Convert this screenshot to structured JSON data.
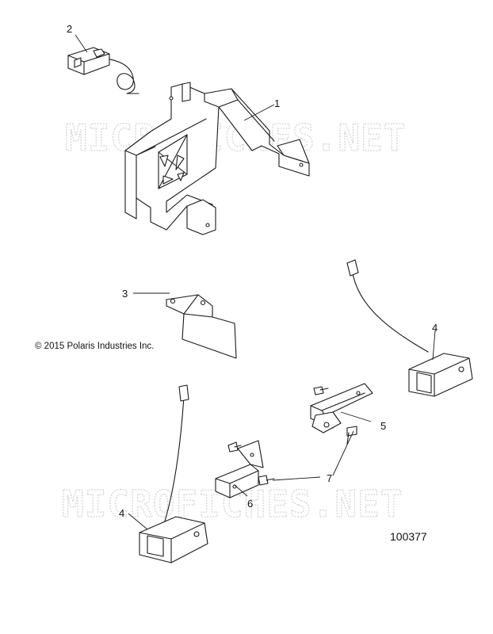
{
  "watermarks": [
    "MICROFICHES.NET",
    "MICROFICHES.NET"
  ],
  "copyright": "© 2015 Polaris Industries Inc.",
  "diagram_number": "100377",
  "callouts": [
    "1",
    "2",
    "3",
    "4",
    "4",
    "5",
    "6",
    "7"
  ],
  "parts": [
    {
      "ref": "1",
      "shape": "mounting-bracket"
    },
    {
      "ref": "2",
      "shape": "harness-connector"
    },
    {
      "ref": "3",
      "shape": "mud-flap"
    },
    {
      "ref": "4",
      "shape": "marker-light"
    },
    {
      "ref": "5",
      "shape": "light-bracket"
    },
    {
      "ref": "6",
      "shape": "light-bracket"
    },
    {
      "ref": "7",
      "shape": "screw"
    }
  ]
}
